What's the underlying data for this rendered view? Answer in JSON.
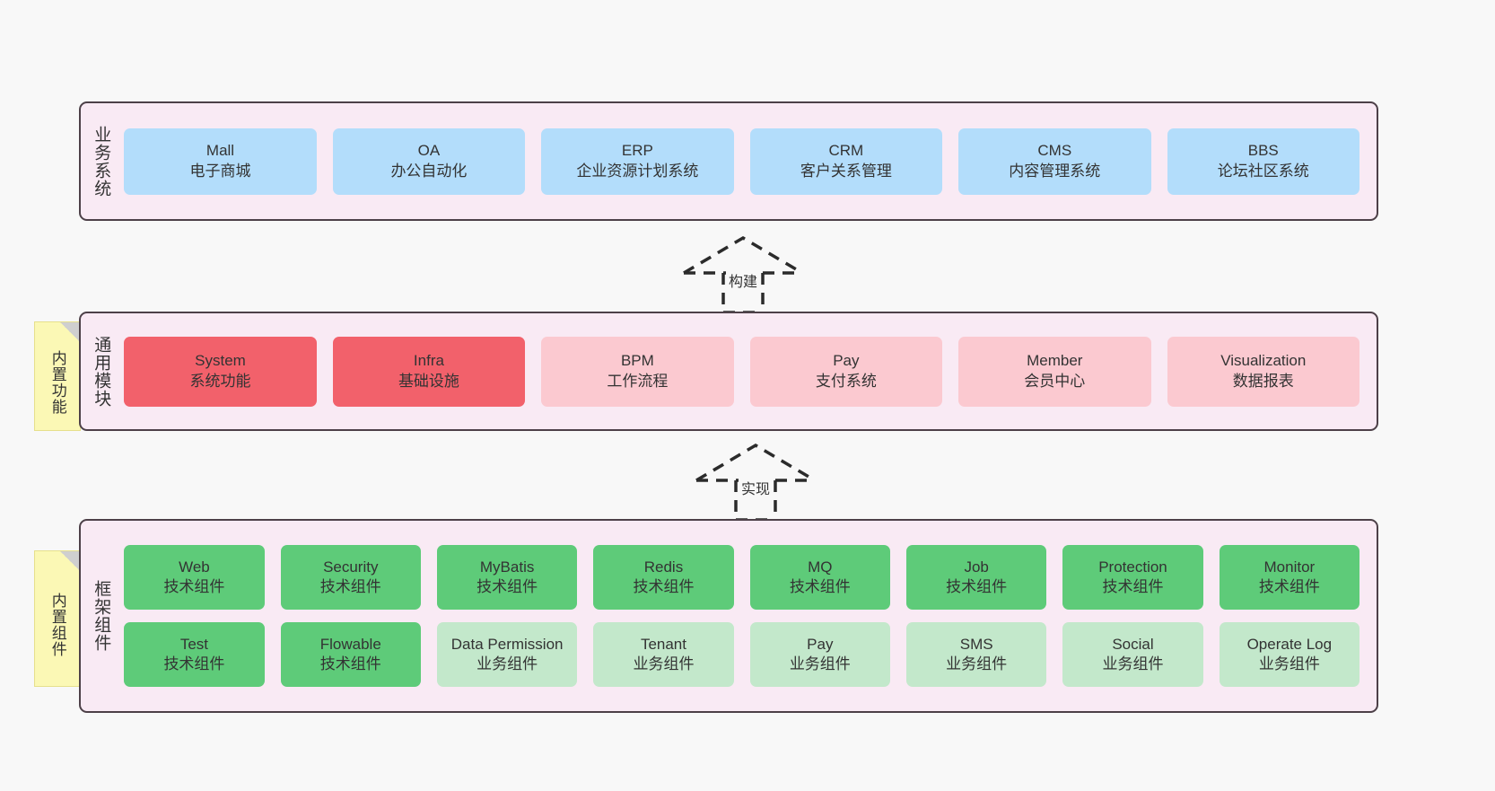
{
  "canvas": {
    "background": "#f8f8f8",
    "panel_fill": "#f9eaf4",
    "panel_border": "#4d4048",
    "note_fill": "#fbf8b5",
    "note_fold": "#cfcfcf",
    "stroke": "#333333"
  },
  "layers": [
    {
      "id": "business-systems",
      "title": "业务系统",
      "card_fill": "#b3ddfb",
      "rows": [
        {
          "cards": [
            {
              "en": "Mall",
              "cn": "电子商城",
              "fill": "#b3ddfb"
            },
            {
              "en": "OA",
              "cn": "办公自动化",
              "fill": "#b3ddfb"
            },
            {
              "en": "ERP",
              "cn": "企业资源计划系统",
              "fill": "#b3ddfb"
            },
            {
              "en": "CRM",
              "cn": "客户关系管理",
              "fill": "#b3ddfb"
            },
            {
              "en": "CMS",
              "cn": "内容管理系统",
              "fill": "#b3ddfb"
            },
            {
              "en": "BBS",
              "cn": "论坛社区系统",
              "fill": "#b3ddfb"
            }
          ]
        }
      ]
    },
    {
      "id": "common-modules",
      "title": "通用模块",
      "note": "内置功能",
      "rows": [
        {
          "cards": [
            {
              "en": "System",
              "cn": "系统功能",
              "fill": "#f2616b"
            },
            {
              "en": "Infra",
              "cn": "基础设施",
              "fill": "#f2616b"
            },
            {
              "en": "BPM",
              "cn": "工作流程",
              "fill": "#fbc9d0"
            },
            {
              "en": "Pay",
              "cn": "支付系统",
              "fill": "#fbc9d0"
            },
            {
              "en": "Member",
              "cn": "会员中心",
              "fill": "#fbc9d0"
            },
            {
              "en": "Visualization",
              "cn": "数据报表",
              "fill": "#fbc9d0"
            }
          ]
        }
      ]
    },
    {
      "id": "framework-components",
      "title": "框架组件",
      "note": "内置组件",
      "rows": [
        {
          "cards": [
            {
              "en": "Web",
              "cn": "技术组件",
              "fill": "#5ecb79"
            },
            {
              "en": "Security",
              "cn": "技术组件",
              "fill": "#5ecb79"
            },
            {
              "en": "MyBatis",
              "cn": "技术组件",
              "fill": "#5ecb79"
            },
            {
              "en": "Redis",
              "cn": "技术组件",
              "fill": "#5ecb79"
            },
            {
              "en": "MQ",
              "cn": "技术组件",
              "fill": "#5ecb79"
            },
            {
              "en": "Job",
              "cn": "技术组件",
              "fill": "#5ecb79"
            },
            {
              "en": "Protection",
              "cn": "技术组件",
              "fill": "#5ecb79"
            },
            {
              "en": "Monitor",
              "cn": "技术组件",
              "fill": "#5ecb79"
            }
          ]
        },
        {
          "cards": [
            {
              "en": "Test",
              "cn": "技术组件",
              "fill": "#5ecb79"
            },
            {
              "en": "Flowable",
              "cn": "技术组件",
              "fill": "#5ecb79"
            },
            {
              "en": "Data Permission",
              "cn": "业务组件",
              "fill": "#c3e8cb"
            },
            {
              "en": "Tenant",
              "cn": "业务组件",
              "fill": "#c3e8cb"
            },
            {
              "en": "Pay",
              "cn": "业务组件",
              "fill": "#c3e8cb"
            },
            {
              "en": "SMS",
              "cn": "业务组件",
              "fill": "#c3e8cb"
            },
            {
              "en": "Social",
              "cn": "业务组件",
              "fill": "#c3e8cb"
            },
            {
              "en": "Operate Log",
              "cn": "业务组件",
              "fill": "#c3e8cb"
            }
          ]
        }
      ]
    }
  ],
  "arrows": [
    {
      "id": "build",
      "label": "构建"
    },
    {
      "id": "implement",
      "label": "实现"
    }
  ]
}
